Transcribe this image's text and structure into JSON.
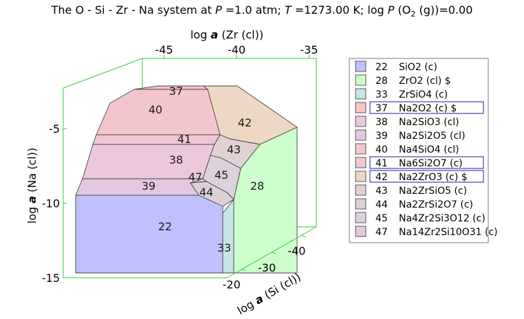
{
  "title": {
    "pre": "The O - Si - Zr - Na system at ",
    "p_symbol": "P",
    "p_value": " =1.0 atm; ",
    "t_symbol": "T",
    "t_value": " =1273.00 K; log ",
    "o2_symbol": "P",
    "o2_open": " (O",
    "o2_sub": "2",
    "o2_close": " (g))=0.00"
  },
  "axes": {
    "top": {
      "label_pre": "log ",
      "label_var": "a",
      "label_post": " (Zr (cl))",
      "ticks": [
        "-45",
        "-40",
        "-35"
      ],
      "range": [
        -46.5,
        -34.5
      ]
    },
    "left": {
      "label_pre": "log ",
      "label_var": "a",
      "label_post": " (Na (cl))",
      "ticks": [
        "-5",
        "-10",
        "-15"
      ],
      "range": [
        -15,
        -2
      ]
    },
    "depth": {
      "label_pre": "log ",
      "label_var": "a",
      "label_post": " (Si (cl))",
      "ticks": [
        "-20",
        "-30",
        "-40"
      ],
      "range": [
        -15,
        -45
      ]
    }
  },
  "colors": {
    "box_green": "#33cc33",
    "region_outline": "#444444",
    "legend_highlight": "#1a1aa0"
  },
  "regions": [
    {
      "id": "22",
      "label": "22",
      "color": "#c0c0ff"
    },
    {
      "id": "33",
      "label": "33",
      "color": "#c8e4e4"
    },
    {
      "id": "28",
      "label": "28",
      "color": "#ccffcc"
    },
    {
      "id": "39",
      "label": "39",
      "color": "#e2c8e2"
    },
    {
      "id": "38",
      "label": "38",
      "color": "#ecc8dc"
    },
    {
      "id": "41",
      "label": "41",
      "color": "#f0c6d4"
    },
    {
      "id": "40",
      "label": "40",
      "color": "#f3c6cd"
    },
    {
      "id": "37",
      "label": "37",
      "color": "#f8c4c4"
    },
    {
      "id": "42",
      "label": "42",
      "color": "#ecd8c4"
    },
    {
      "id": "43",
      "label": "43",
      "color": "#e0d2d2"
    },
    {
      "id": "45",
      "label": "45",
      "color": "#dcd2dc"
    },
    {
      "id": "44",
      "label": "44",
      "color": "#dcd0d6"
    },
    {
      "id": "47",
      "label": "47",
      "color": "#e2cadc"
    }
  ],
  "legend": [
    {
      "num": "22",
      "name": "SiO2 (c)",
      "color": "#c0c0ff",
      "highlight": false
    },
    {
      "num": "28",
      "name": "ZrO2 (cl) $",
      "color": "#ccffcc",
      "highlight": false
    },
    {
      "num": "33",
      "name": "ZrSiO4 (c)",
      "color": "#c8e4e4",
      "highlight": false
    },
    {
      "num": "37",
      "name": "Na2O2 (c) $",
      "color": "#f8c4c4",
      "highlight": true
    },
    {
      "num": "38",
      "name": "Na2SiO3 (cl)",
      "color": "#ecc8dc",
      "highlight": false
    },
    {
      "num": "39",
      "name": "Na2Si2O5 (cl)",
      "color": "#e2c8e2",
      "highlight": false
    },
    {
      "num": "40",
      "name": "Na4SiO4 (cl)",
      "color": "#f3c6cd",
      "highlight": false
    },
    {
      "num": "41",
      "name": "Na6Si2O7 (c)",
      "color": "#f0c6d4",
      "highlight": true
    },
    {
      "num": "42",
      "name": "Na2ZrO3 (c) $",
      "color": "#ecd8c4",
      "highlight": true
    },
    {
      "num": "43",
      "name": "Na2ZrSiO5 (c)",
      "color": "#e0d2d2",
      "highlight": false
    },
    {
      "num": "44",
      "name": "Na2ZrSi2O7 (c)",
      "color": "#dcd0d6",
      "highlight": false
    },
    {
      "num": "45",
      "name": "Na4Zr2Si3O12 (c)",
      "color": "#dcd2dc",
      "highlight": false
    },
    {
      "num": "47",
      "name": "Na14Zr2Si10O31 (c)",
      "color": "#e2cadc",
      "highlight": false
    }
  ]
}
